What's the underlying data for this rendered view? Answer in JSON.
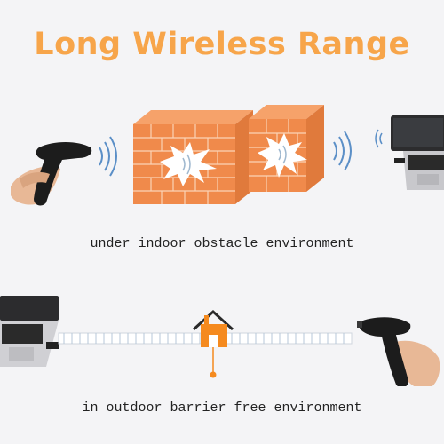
{
  "title": "Long Wireless Range",
  "captions": {
    "indoor": "under indoor obstacle environment",
    "outdoor": "in outdoor barrier free environment"
  },
  "colors": {
    "title": "#f7a54a",
    "brick": "#f08a4b",
    "brick_light": "#f6a26a",
    "house": "#f58a1f",
    "signal": "#5b8fc7",
    "scanner": "#1c1c1c",
    "skin": "#e8b896"
  },
  "icons": {
    "scanner": "handheld-barcode-scanner-icon",
    "laptop": "laptop-icon",
    "wall": "brick-wall-icon",
    "house": "house-icon",
    "signal": "wireless-signal-icon"
  }
}
